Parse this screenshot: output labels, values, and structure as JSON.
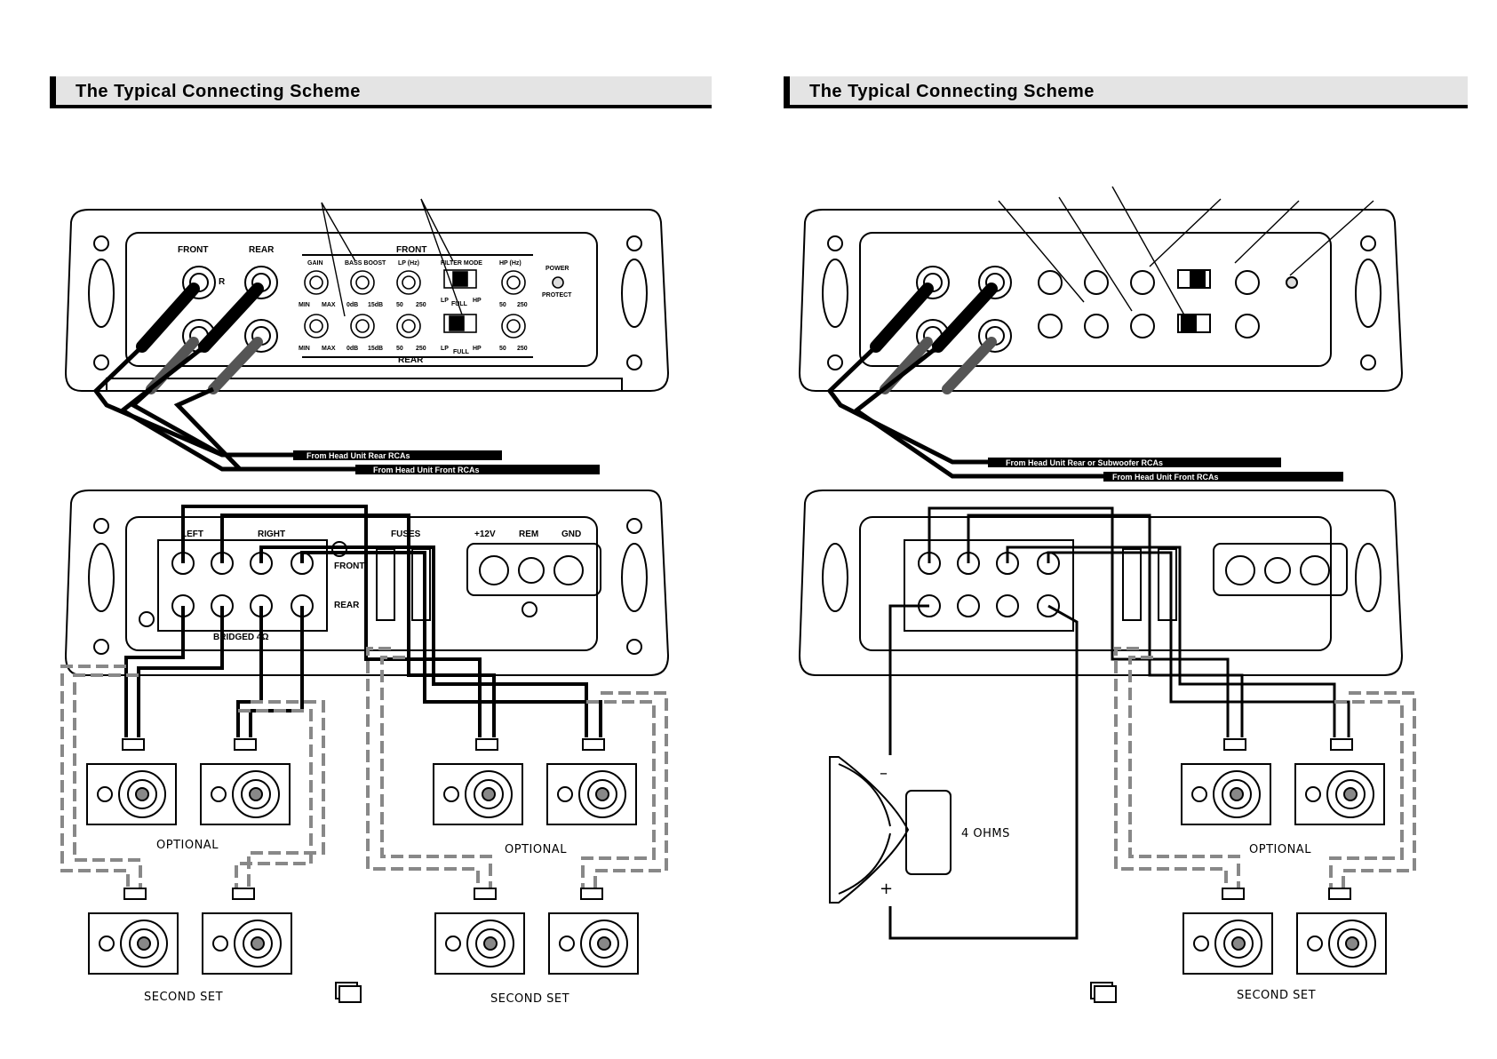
{
  "left": {
    "title": "The Typical Connecting Scheme",
    "inputs": {
      "front": "FRONT",
      "rear": "REAR",
      "r": "R"
    },
    "controls": {
      "front_title": "FRONT",
      "rear_title": "REAR",
      "gain": "GAIN",
      "bass_boost": "BASS BOOST",
      "lp": "LP (Hz)",
      "filter_mode": "FILTER MODE",
      "hp": "HP (Hz)",
      "min": "MIN",
      "max": "MAX",
      "odb": "0dB",
      "db15": "15dB",
      "f50": "50",
      "f250": "250",
      "sw_lp": "LP",
      "sw_full": "FULL",
      "sw_hp": "HP",
      "power": "POWER",
      "protect": "PROTECT"
    },
    "rca_rear": "From Head Unit Rear RCAs",
    "rca_front": "From Head Unit Front RCAs",
    "outputs": {
      "left": "LEFT",
      "right": "RIGHT",
      "front": "FRONT",
      "rear": "REAR",
      "bridged": "BRIDGED 4Ω",
      "fuses": "FUSES",
      "v12": "+12V",
      "rem": "REM",
      "gnd": "GND"
    },
    "optional_a": "OPTIONAL",
    "optional_b": "OPTIONAL",
    "second_a": "SECOND SET",
    "second_b": "SECOND SET"
  },
  "right": {
    "title": "The Typical Connecting Scheme",
    "rca_rear": "From Head Unit Rear or Subwoofer RCAs",
    "rca_front": "From Head Unit Front RCAs",
    "ohms": "4 OHMS",
    "minus": "–",
    "plus": "+",
    "optional": "OPTIONAL",
    "second": "SECOND SET"
  }
}
